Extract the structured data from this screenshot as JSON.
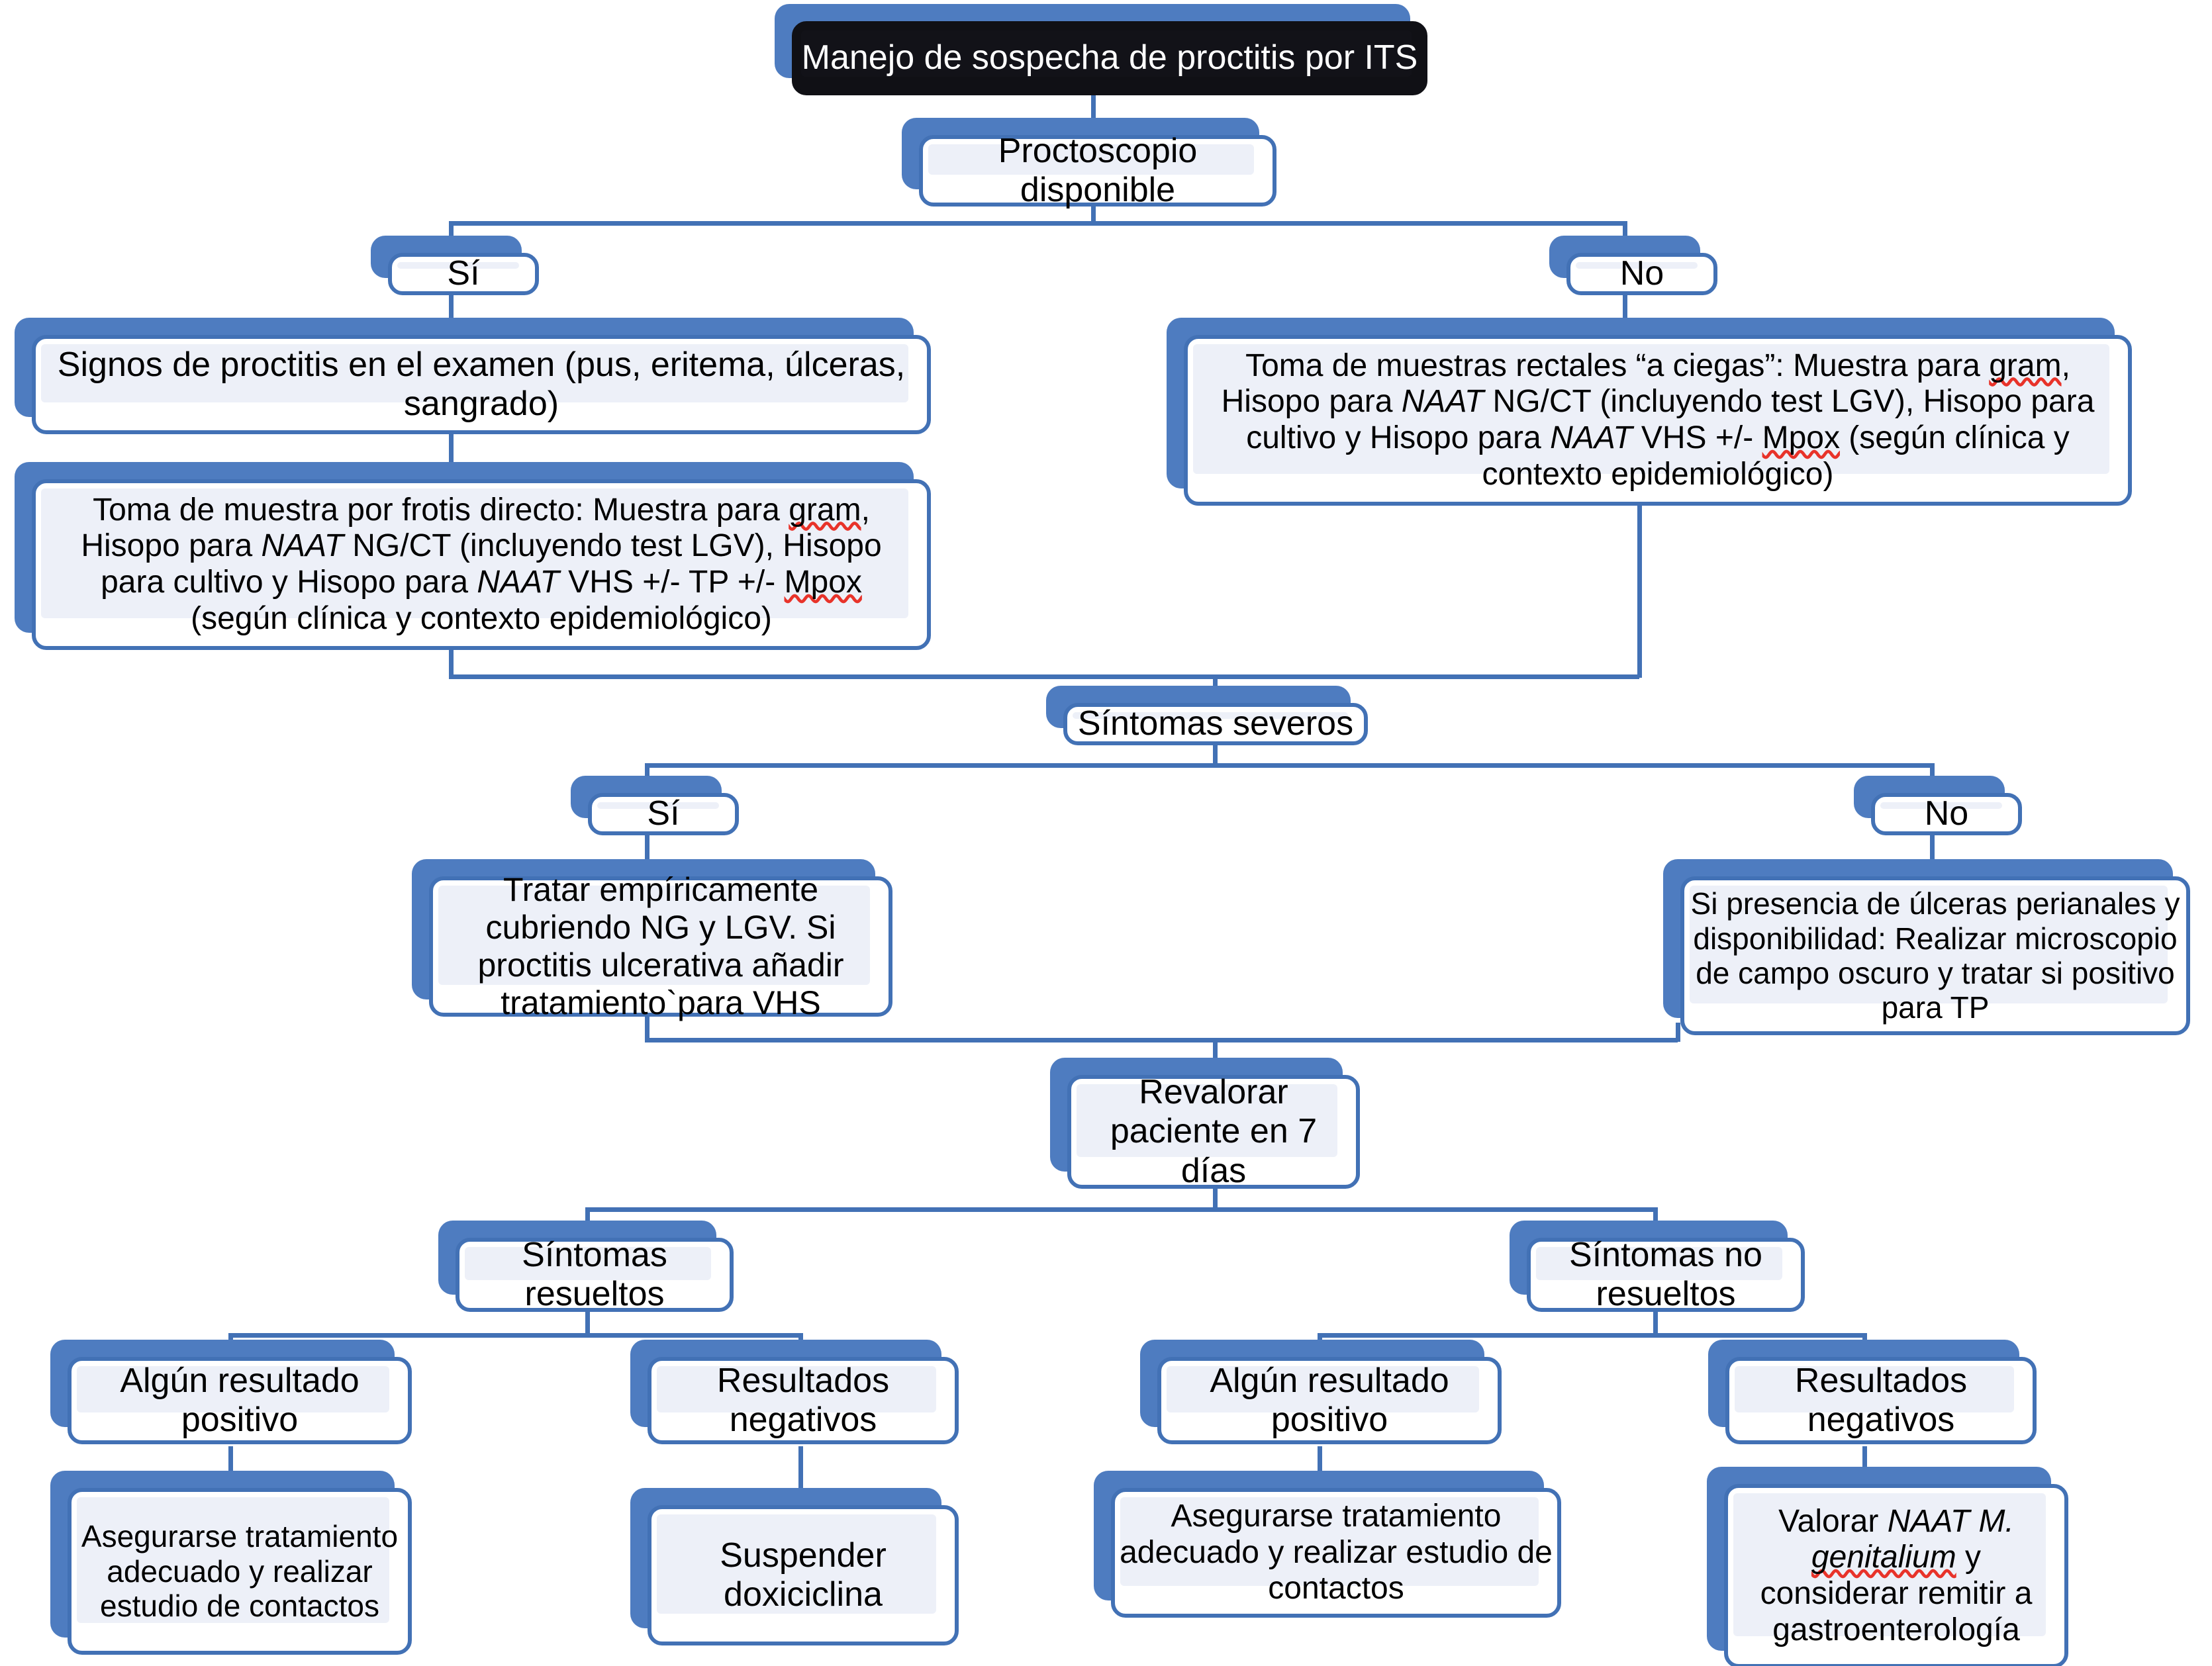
{
  "diagram": {
    "title": "Manejo de sospecha de proctitis por ITS",
    "accent_blue": "#4271B5",
    "shadow_blue": "#4E7CC0",
    "inner_fill": "#EDF0F8",
    "title_fill": "#101015",
    "spellcheck_underline": "#E8332A"
  },
  "nodes": {
    "title": "Manejo de sospecha de proctitis por ITS",
    "proctoscopio": "Proctoscopio disponible",
    "si_1": "Sí",
    "no_1": "No",
    "signos": "Signos de proctitis en el examen (pus, eritema, úlceras, sangrado)",
    "toma_frotis": "Toma de muestra por frotis directo: Muestra para gram, Hisopo para NAAT NG/CT (incluyendo test LGV), Hisopo para cultivo y Hisopo para NAAT VHS +/- TP +/- Mpox (según clínica y contexto epidemiológico)",
    "toma_ciegas": "Toma de muestras rectales “a ciegas”:  Muestra para gram, Hisopo para NAAT NG/CT (incluyendo test LGV), Hisopo para cultivo y Hisopo para NAAT VHS +/- Mpox (según clínica y contexto epidemiológico)",
    "sintomas_severos": "Síntomas severos",
    "si_2": "Sí",
    "no_2": "No",
    "tratar_empiricamente": "Tratar empíricamente cubriendo NG y LGV. Si proctitis ulcerativa añadir tratamiento`para VHS",
    "ulceras_perianales": "Si presencia de úlceras perianales y disponibilidad: Realizar microscopio de campo oscuro y tratar si positivo para TP",
    "revalorar": "Revalorar paciente en 7 días",
    "sintomas_resueltos": "Síntomas resueltos",
    "sintomas_no_resueltos": "Síntomas no resueltos",
    "positivo_izq": "Algún resultado positivo",
    "negativos_izq": "Resultados negativos",
    "positivo_der": "Algún resultado positivo",
    "negativos_der": "Resultados negativos",
    "asegurarse_izq": "Asegurarse tratamiento adecuado y realizar estudio de contactos",
    "suspender": "Suspender doxiciclina",
    "asegurarse_der": "Asegurarse tratamiento adecuado y realizar estudio de contactos",
    "valorar_naat": "Valorar NAAT M. genitalium y considerar remitir a gastroenterología"
  },
  "rich_text": {
    "toma_frotis_parts": [
      {
        "t": "Toma de muestra por frotis directo: Muestra para "
      },
      {
        "t": "gram",
        "style": "spellcheck"
      },
      {
        "t": ",\nHisopo para "
      },
      {
        "t": "NAAT",
        "style": "italic"
      },
      {
        "t": " NG/CT (incluyendo test LGV), Hisopo\npara cultivo y Hisopo para "
      },
      {
        "t": "NAAT",
        "style": "italic"
      },
      {
        "t": " VHS +/- TP +/- "
      },
      {
        "t": "Mpox",
        "style": "spellcheck"
      },
      {
        "t": "\n(según clínica y contexto epidemiológico)"
      }
    ],
    "toma_ciegas_parts": [
      {
        "t": "Toma de muestras rectales “a ciegas”:  Muestra para "
      },
      {
        "t": "gram",
        "style": "spellcheck"
      },
      {
        "t": ",\nHisopo para "
      },
      {
        "t": "NAAT",
        "style": "italic"
      },
      {
        "t": " NG/CT (incluyendo test LGV), Hisopo para\ncultivo y Hisopo para "
      },
      {
        "t": "NAAT",
        "style": "italic"
      },
      {
        "t": " VHS +/- "
      },
      {
        "t": "Mpox",
        "style": "spellcheck"
      },
      {
        "t": " (según clínica y\ncontexto epidemiológico)"
      }
    ],
    "valorar_naat_parts": [
      {
        "t": "Valorar "
      },
      {
        "t": "NAAT M.",
        "style": "italic"
      },
      {
        "t": "\n"
      },
      {
        "t": "genitalium",
        "style": "italic-spellcheck"
      },
      {
        "t": " y\nconsiderar remitir a\ngastroenterología"
      }
    ]
  }
}
